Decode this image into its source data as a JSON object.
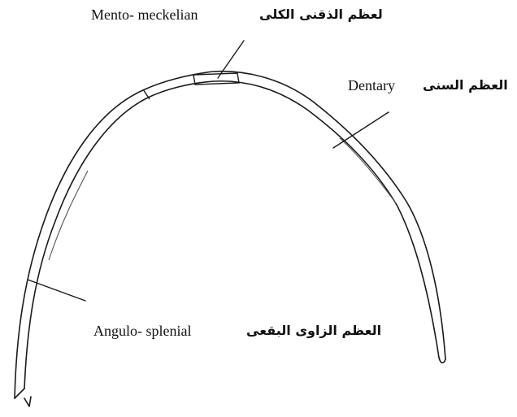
{
  "labels": {
    "mento_meckelian": {
      "latin": "Mento- meckelian",
      "arabic": "لعظم الذقنى الكلى"
    },
    "dentary": {
      "latin": "Dentary",
      "arabic": "العظم السنى"
    },
    "angulo_splenial": {
      "latin": "Angulo- splenial",
      "arabic": "العظم الزاوى البقعى"
    }
  },
  "colors": {
    "stroke": "#1a1a1a",
    "background": "#ffffff"
  }
}
